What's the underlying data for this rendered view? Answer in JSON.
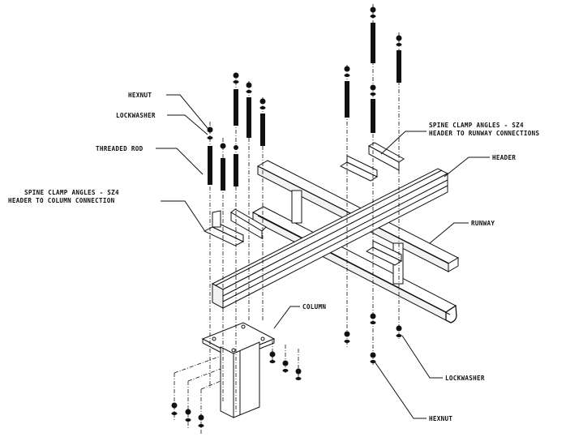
{
  "labels": {
    "hexnut_top": "HEXNUT",
    "lockwasher_top": "LOCKWASHER",
    "threaded_rod": "THREADED ROD",
    "spine_column_line1": "SPINE CLAMP ANGLES - SZ4",
    "spine_column_line2": "HEADER TO COLUMN CONNECTION",
    "spine_runway_line1": "SPINE CLAMP ANGLES - SZ4",
    "spine_runway_line2": "HEADER TO RUNWAY CONNECTIONS",
    "header": "HEADER",
    "runway": "RUNWAY",
    "column": "COLUMN",
    "lockwasher_bottom": "LOCKWASHER",
    "hexnut_bottom": "HEXNUT"
  }
}
